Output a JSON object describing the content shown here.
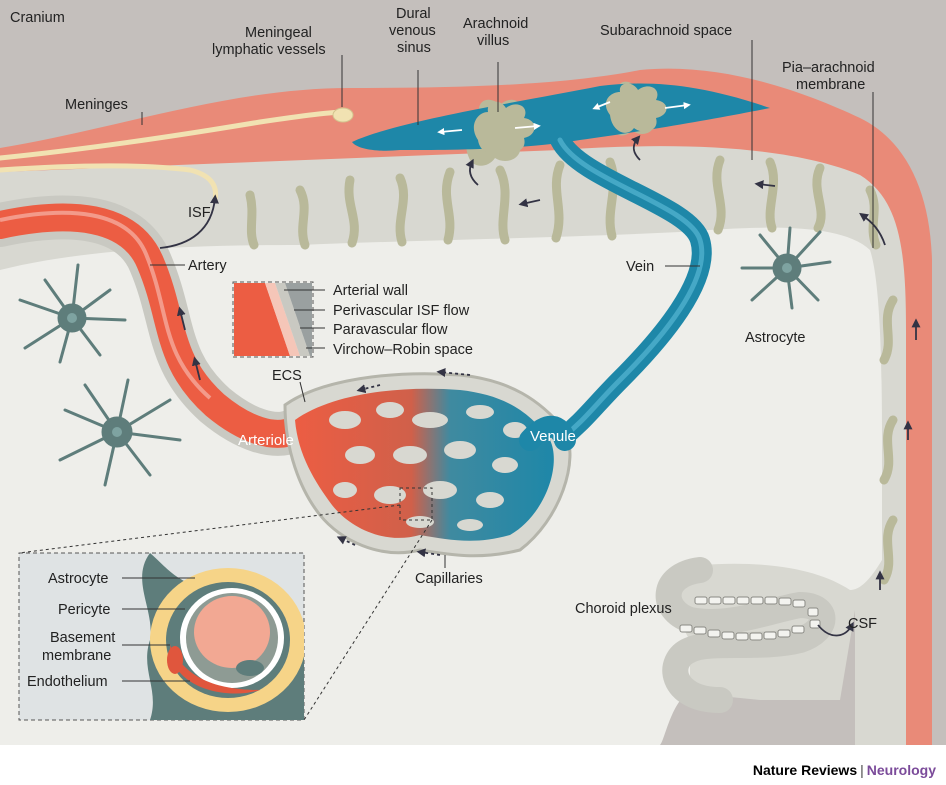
{
  "labels": {
    "cranium": "Cranium",
    "meningeal_lymphatic": [
      "Meningeal",
      "lymphatic vessels"
    ],
    "dural_sinus": [
      "Dural",
      "venous",
      "sinus"
    ],
    "arachnoid_villus": [
      "Arachnoid",
      "villus"
    ],
    "subarachnoid_space": "Subarachnoid space",
    "pia_arachnoid": [
      "Pia–arachnoid",
      "membrane"
    ],
    "meninges": "Meninges",
    "isf": "ISF",
    "artery": "Artery",
    "arterial_wall": "Arterial wall",
    "perivascular_isf": "Perivascular ISF flow",
    "paravascular": "Paravascular flow",
    "virchow_robin": "Virchow–Robin space",
    "vein": "Vein",
    "astrocyte": "Astrocyte",
    "ecs": "ECS",
    "arteriole": "Arteriole",
    "venule": "Venule",
    "capillaries": "Capillaries",
    "choroid_plexus": "Choroid plexus",
    "csf": "CSF"
  },
  "inset": {
    "astrocyte": "Astrocyte",
    "pericyte": "Pericyte",
    "basement_membrane": [
      "Basement",
      "membrane"
    ],
    "endothelium": "Endothelium"
  },
  "footer": {
    "journal": "Nature Reviews",
    "separator": "|",
    "subject": "Neurology"
  },
  "colors": {
    "bone": "#c4bfbc",
    "meninges": "#e98a78",
    "csf_space": "#d8d8d1",
    "tissue": "#eeeeea",
    "trabeculae": "#b9b99a",
    "artery": "#ec5d43",
    "vein": "#1e87a8",
    "astrocyte": "#5e7d7b",
    "accent": "#7b4b9a"
  }
}
